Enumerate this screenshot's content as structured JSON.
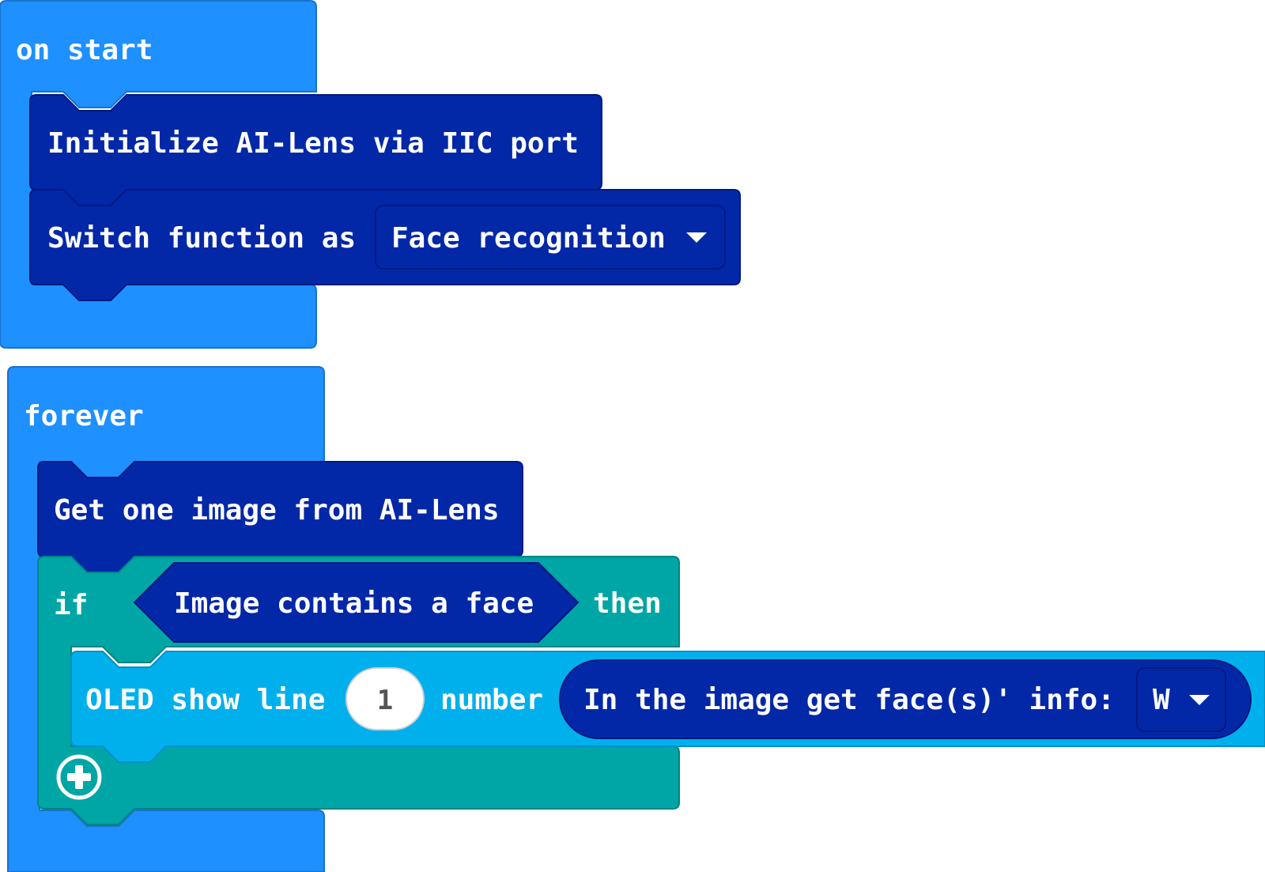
{
  "colors": {
    "event_block": "#1e90ff",
    "event_border": "#1a72cc",
    "ai_lens_block": "#0228a8",
    "ai_lens_border": "#011a80",
    "logic_block": "#00a5a5",
    "logic_border": "#008585",
    "oled_block": "#00b0ec",
    "oled_border": "#0090c8",
    "text": "#ffffff"
  },
  "blocks": {
    "on_start": {
      "label": "on start",
      "init_label": "Initialize AI-Lens via IIC port",
      "switch_label": "Switch function as",
      "switch_value": "Face recognition"
    },
    "forever": {
      "label": "forever",
      "get_image_label": "Get one image from AI-Lens",
      "if_label": "if",
      "condition_label": "Image contains a face",
      "then_label": "then",
      "oled_label": "OLED show line",
      "oled_line_value": "1",
      "number_label": "number",
      "face_info_label": "In the image get face(s)' info:",
      "face_info_value": "W"
    }
  },
  "icons": {
    "dropdown": "caret-down-icon",
    "add": "plus-circle-icon"
  }
}
